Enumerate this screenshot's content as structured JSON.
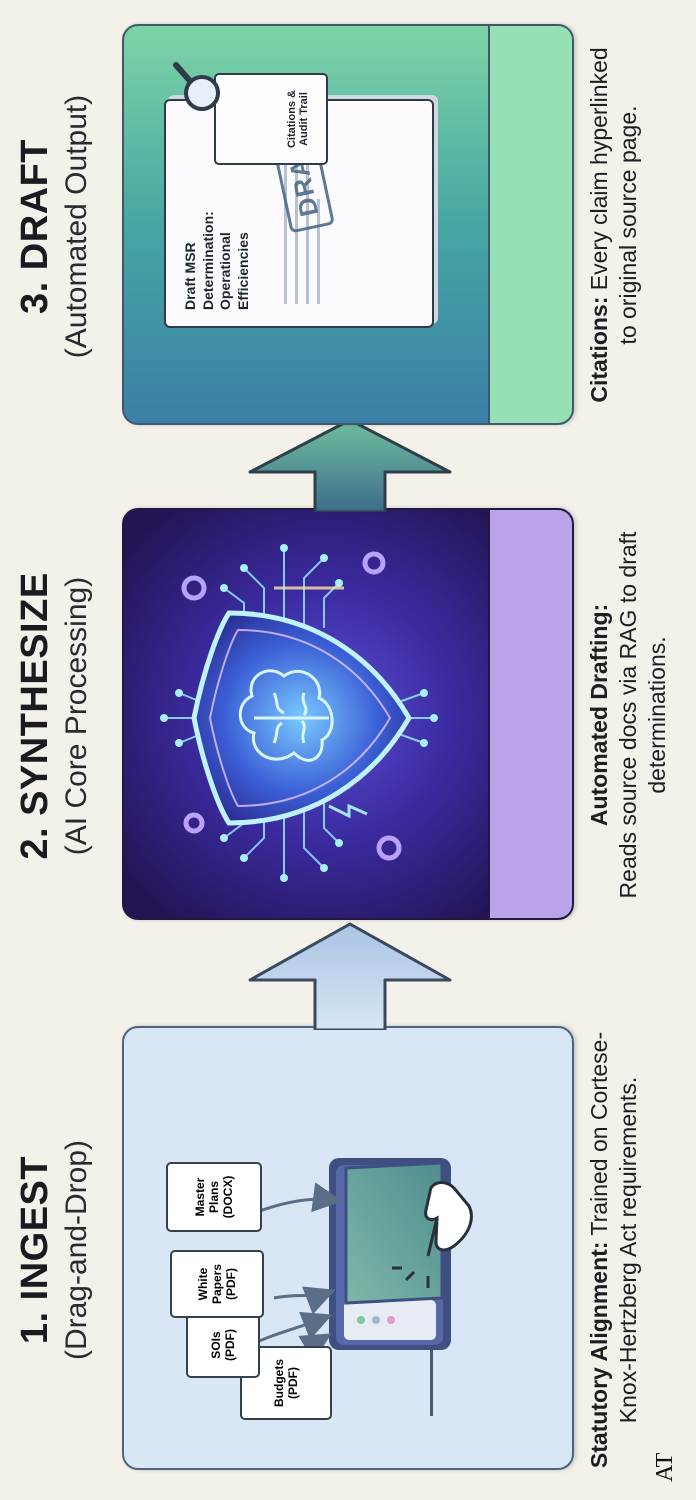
{
  "steps": [
    {
      "title": "1. INGEST",
      "subtitle": "(Drag-and-Drop)"
    },
    {
      "title": "2. SYNTHESIZE",
      "subtitle": "(AI Core Processing)"
    },
    {
      "title": "3. DRAFT",
      "subtitle": "(Automated Output)"
    }
  ],
  "ingest_docs": [
    {
      "line1": "Budgets",
      "line2": "(PDF)"
    },
    {
      "line1": "SOIs",
      "line2": "(PDF)"
    },
    {
      "line1": "White",
      "line2": "Papers",
      "line3": "(PDF)"
    },
    {
      "line1": "Master",
      "line2": "Plans",
      "line3": "(DOCX)"
    }
  ],
  "draft_doc": {
    "title_lines": [
      "Draft MSR",
      "Determination:",
      "Operational",
      "Efficiencies"
    ],
    "stamp": "DRAFT",
    "citations_lines": [
      "Citations &",
      "Audit Trail"
    ]
  },
  "captions": [
    {
      "bold": "Statutory Alignment:",
      "text": "Trained on Cortese-Knox-Hertzberg Act requirements."
    },
    {
      "bold": "Automated Drafting:",
      "text": "Reads source docs via RAG to draft determinations."
    },
    {
      "bold": "Citations:",
      "text": "Every claim hyperlinked to original source page."
    }
  ],
  "footer": "AT",
  "colors": {
    "background": "#f3f1ea",
    "ingest_panel": "#d9e6f6",
    "synth_panel": "#3b2a9e",
    "synth_strip": "#b9a4ea",
    "draft_panel": "#47a6a3",
    "draft_strip": "#97dfb7",
    "arrow_blue": "#b9d0ea",
    "arrow_green": "#3f7f8a",
    "shield_glow": "#7fe8ff"
  }
}
